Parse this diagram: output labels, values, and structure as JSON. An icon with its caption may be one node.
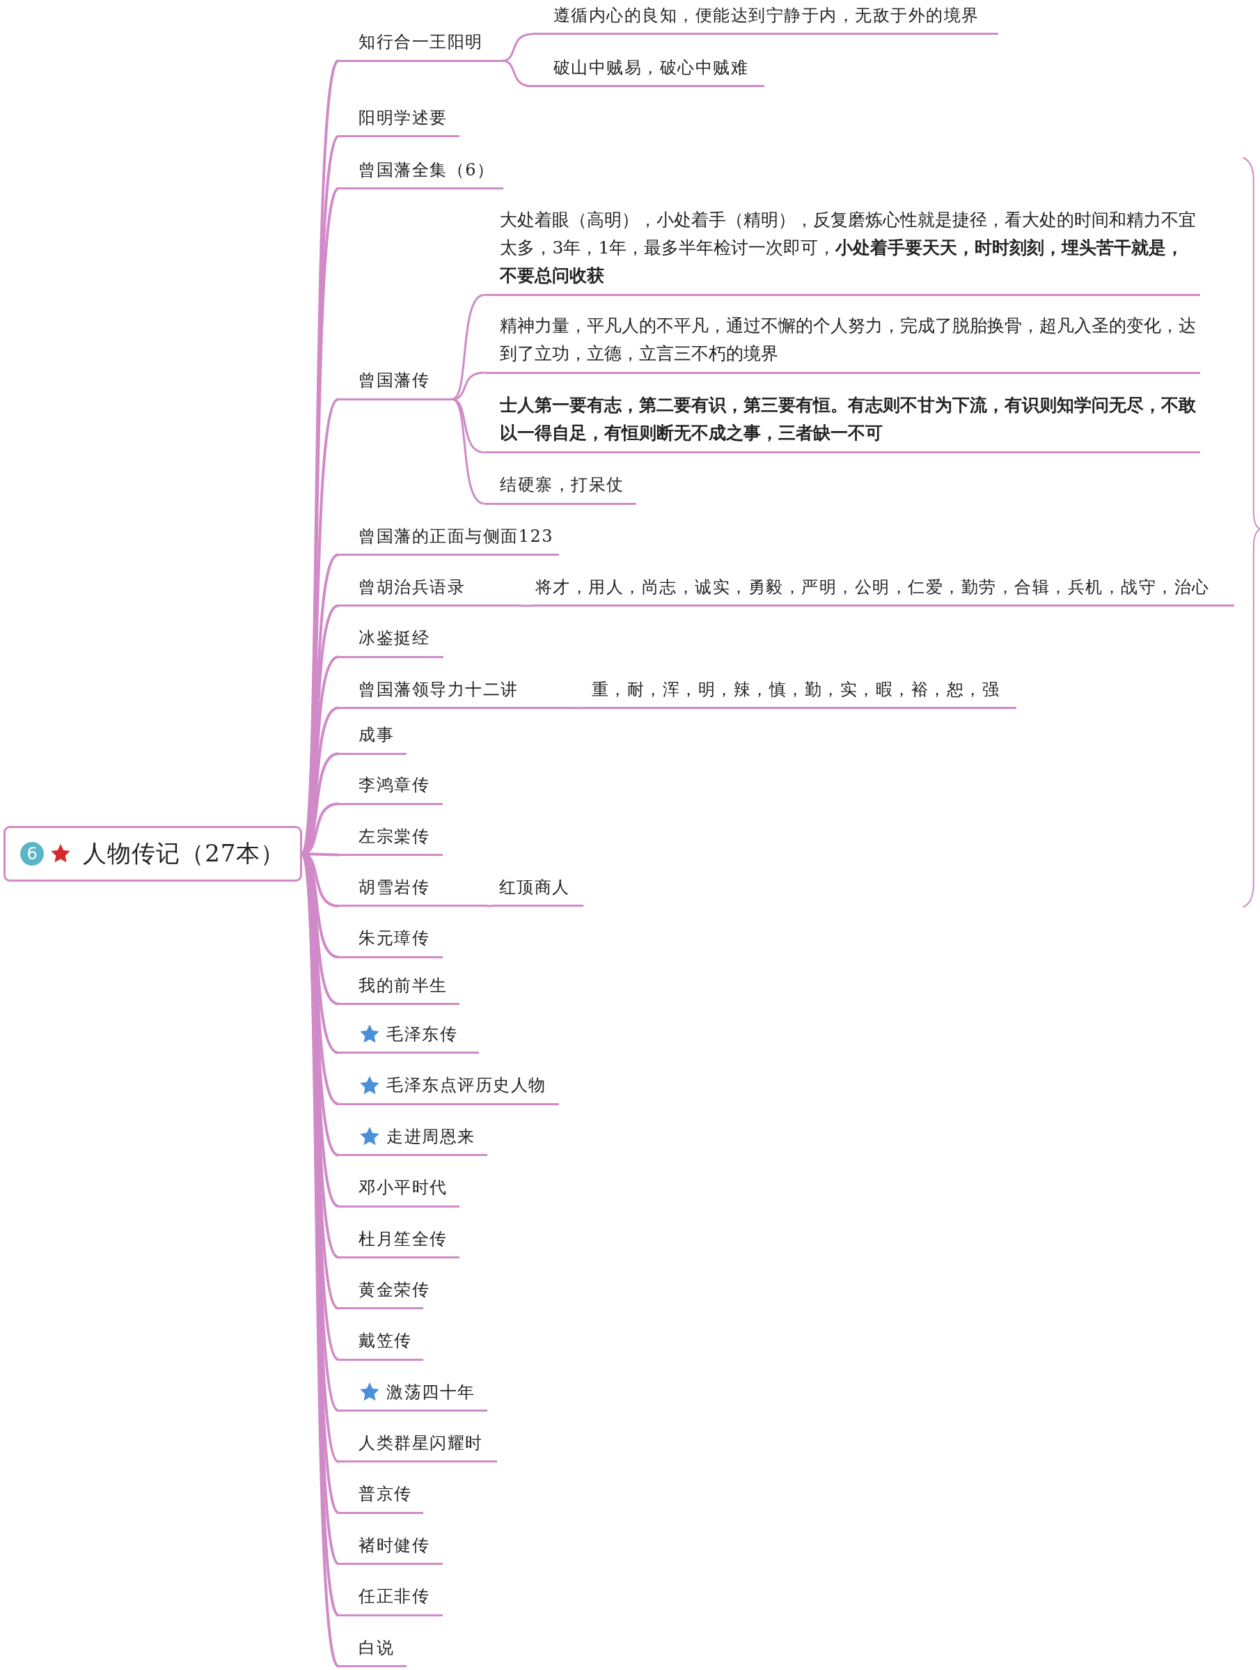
{
  "diagram": {
    "nodes": [
      {
        "text": [
          "6",
          "人物传记（27本）"
        ]
      },
      {
        "text": [
          "知行合一王阳明"
        ]
      },
      {
        "text": [
          "遵循内心的良知，便能达到宁静于内，无敌于外的境界"
        ]
      },
      {
        "text": [
          "破山中贼易，破心中贼难"
        ]
      },
      {
        "text": [
          "阳明学述要"
        ]
      },
      {
        "text": [
          "曾国藩全集（6）"
        ]
      },
      {
        "text": [
          "曾国藩传"
        ]
      },
      {
        "text": [
          "大处着眼（高明），小处着手（精明），反复磨炼心性就是捷径，看大处的时间和精力不宜太多，3年，1年，最多半年检讨一次即可，**小处着手要天天，时时刻刻，埋头苦干就是，不要总问收获**"
        ]
      },
      {
        "text": [
          "精神力量，平凡人的不平凡，通过不懈的个人努力，完成了脱胎换骨，超凡入圣的变化，达到了立功，立德，立言三不朽的境界"
        ]
      },
      {
        "text": [
          "士人第一要有志，第二要有识，第三要有恒。有志则不甘为下流，有识则知学问无尽，不敢以一得自足，有恒则断无不成之事，三者缺一不可"
        ]
      },
      {
        "text": [
          "结硬寨，打呆仗"
        ]
      },
      {
        "text": [
          "曾国藩的正面与侧面123"
        ]
      },
      {
        "text": [
          "曾胡治兵语录"
        ]
      },
      {
        "text": [
          "将才，用人，尚志，诚实，勇毅，严明，公明，仁爱，勤劳，合辑，兵机，战守，治心"
        ]
      },
      {
        "text": [
          "冰鉴挺经"
        ]
      },
      {
        "text": [
          "曾国藩领导力十二讲"
        ]
      },
      {
        "text": [
          "重，耐，浑，明，辣，慎，勤，实，暇，裕，恕，强"
        ]
      },
      {
        "text": [
          "成事"
        ]
      },
      {
        "text": [
          "李鸿章传"
        ]
      },
      {
        "text": [
          "左宗棠传"
        ]
      },
      {
        "text": [
          "胡雪岩传"
        ]
      },
      {
        "text": [
          "红顶商人"
        ]
      },
      {
        "text": [
          "朱元璋传"
        ]
      },
      {
        "text": [
          "我的前半生"
        ]
      },
      {
        "text": [
          "毛泽东传"
        ]
      },
      {
        "text": [
          "毛泽东点评历史人物"
        ]
      },
      {
        "text": [
          "走进周恩来"
        ]
      },
      {
        "text": [
          "邓小平时代"
        ]
      },
      {
        "text": [
          "杜月笙全传"
        ]
      },
      {
        "text": [
          "黄金荣传"
        ]
      },
      {
        "text": [
          "戴笠传"
        ]
      },
      {
        "text": [
          "激荡四十年"
        ]
      },
      {
        "text": [
          "人类群星闪耀时"
        ]
      },
      {
        "text": [
          "普京传"
        ]
      },
      {
        "text": [
          "褚时健传"
        ]
      },
      {
        "text": [
          "任正非传"
        ]
      },
      {
        "text": [
          "白说"
        ]
      }
    ],
    "edges": [
      {
        "from": 0,
        "to": 1,
        "arrow": "none"
      },
      {
        "from": 1,
        "to": 2,
        "arrow": "none"
      },
      {
        "from": 1,
        "to": 3,
        "arrow": "none"
      },
      {
        "from": 0,
        "to": 4,
        "arrow": "none"
      },
      {
        "from": 0,
        "to": 5,
        "arrow": "none"
      },
      {
        "from": 0,
        "to": 6,
        "arrow": "none"
      },
      {
        "from": 6,
        "to": 7,
        "arrow": "none"
      },
      {
        "from": 6,
        "to": 8,
        "arrow": "none"
      },
      {
        "from": 6,
        "to": 9,
        "arrow": "none"
      },
      {
        "from": 6,
        "to": 10,
        "arrow": "none"
      },
      {
        "from": 0,
        "to": 11,
        "arrow": "none"
      },
      {
        "from": 0,
        "to": 12,
        "arrow": "none"
      },
      {
        "from": 12,
        "to": 13,
        "arrow": "none"
      },
      {
        "from": 0,
        "to": 14,
        "arrow": "none"
      },
      {
        "from": 0,
        "to": 15,
        "arrow": "none"
      },
      {
        "from": 15,
        "to": 16,
        "arrow": "none"
      },
      {
        "from": 0,
        "to": 17,
        "arrow": "none"
      },
      {
        "from": 0,
        "to": 18,
        "arrow": "none"
      },
      {
        "from": 0,
        "to": 19,
        "arrow": "none"
      },
      {
        "from": 0,
        "to": 20,
        "arrow": "none"
      },
      {
        "from": 20,
        "to": 21,
        "arrow": "none"
      },
      {
        "from": 0,
        "to": 22,
        "arrow": "none"
      },
      {
        "from": 0,
        "to": 23,
        "arrow": "none"
      },
      {
        "from": 0,
        "to": 24,
        "arrow": "none"
      },
      {
        "from": 0,
        "to": 25,
        "arrow": "none"
      },
      {
        "from": 0,
        "to": 26,
        "arrow": "none"
      },
      {
        "from": 0,
        "to": 27,
        "arrow": "none"
      },
      {
        "from": 0,
        "to": 28,
        "arrow": "none"
      },
      {
        "from": 0,
        "to": 29,
        "arrow": "none"
      },
      {
        "from": 0,
        "to": 30,
        "arrow": "none"
      },
      {
        "from": 0,
        "to": 31,
        "arrow": "none"
      },
      {
        "from": 0,
        "to": 32,
        "arrow": "none"
      },
      {
        "from": 0,
        "to": 33,
        "arrow": "none"
      },
      {
        "from": 0,
        "to": 34,
        "arrow": "none"
      },
      {
        "from": 0,
        "to": 35,
        "arrow": "none"
      },
      {
        "from": 0,
        "to": 36,
        "arrow": "none"
      }
    ]
  }
}
